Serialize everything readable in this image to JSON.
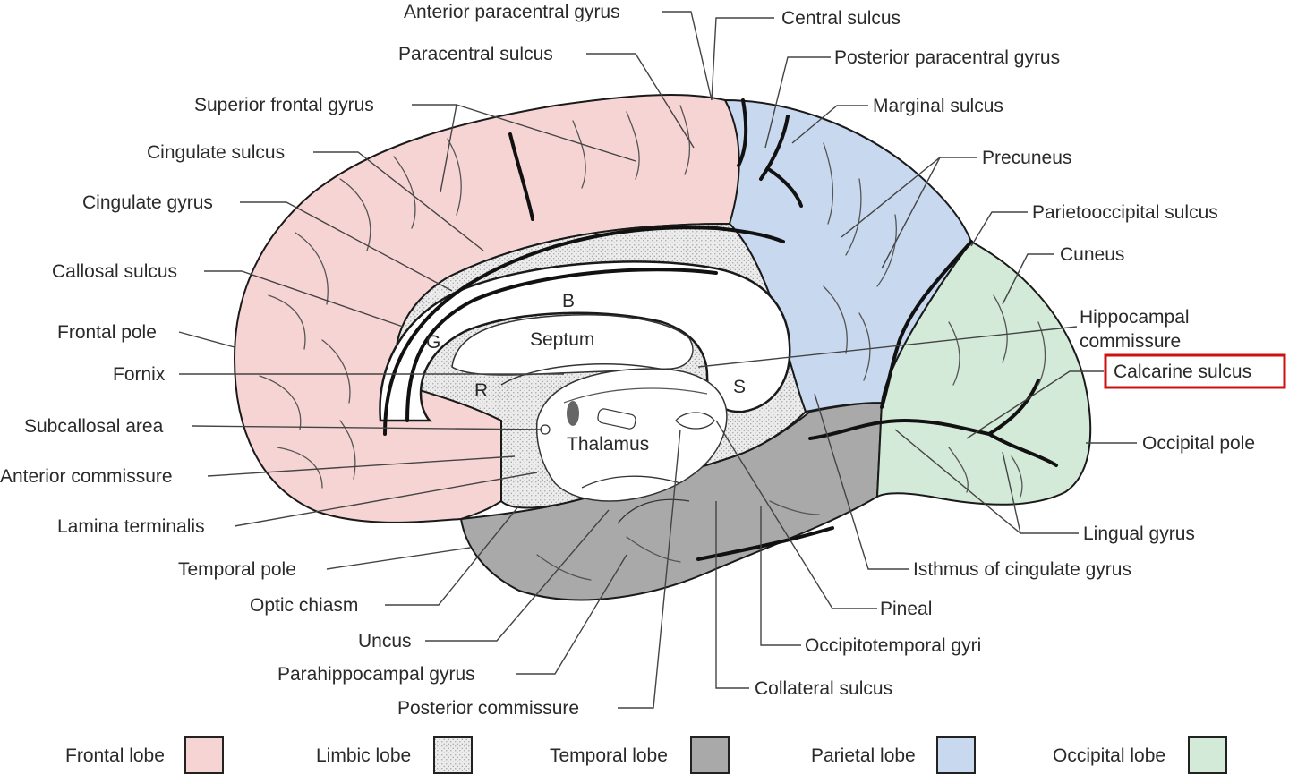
{
  "colors": {
    "frontal": "#f7d4d4",
    "limbic": "#ececec",
    "temporal": "#a9a9a9",
    "parietal": "#c8d8ef",
    "occipital": "#d3ead8",
    "highlight": "#cc1111"
  },
  "labels": {
    "anterior_paracentral_gyrus": "Anterior paracentral gyrus",
    "paracentral_sulcus": "Paracentral sulcus",
    "superior_frontal_gyrus": "Superior frontal gyrus",
    "cingulate_sulcus": "Cingulate sulcus",
    "cingulate_gyrus": "Cingulate gyrus",
    "callosal_sulcus": "Callosal sulcus",
    "frontal_pole": "Frontal pole",
    "fornix": "Fornix",
    "subcallosal_area": "Subcallosal area",
    "anterior_commissure": "Anterior commissure",
    "lamina_terminalis": "Lamina terminalis",
    "temporal_pole": "Temporal pole",
    "optic_chiasm": "Optic chiasm",
    "uncus": "Uncus",
    "parahippocampal_gyrus": "Parahippocampal gyrus",
    "posterior_commissure": "Posterior commissure",
    "central_sulcus": "Central sulcus",
    "posterior_paracentral_gyrus": "Posterior paracentral gyrus",
    "marginal_sulcus": "Marginal sulcus",
    "precuneus": "Precuneus",
    "parietooccipital_sulcus": "Parietooccipital sulcus",
    "cuneus": "Cuneus",
    "hippocampal_commissure_1": "Hippocampal",
    "hippocampal_commissure_2": "commissure",
    "calcarine_sulcus": "Calcarine sulcus",
    "occipital_pole": "Occipital pole",
    "lingual_gyrus": "Lingual gyrus",
    "isthmus": "Isthmus of cingulate gyrus",
    "pineal": "Pineal",
    "occipitotemporal_gyri": "Occipitotemporal gyri",
    "collateral_sulcus": "Collateral sulcus"
  },
  "inner_labels": {
    "b": "B",
    "g": "G",
    "septum": "Septum",
    "r": "R",
    "s": "S",
    "thalamus": "Thalamus"
  },
  "legend": [
    {
      "label": "Frontal lobe",
      "color_key": "frontal"
    },
    {
      "label": "Limbic lobe",
      "color_key": "limbic"
    },
    {
      "label": "Temporal lobe",
      "color_key": "temporal"
    },
    {
      "label": "Parietal lobe",
      "color_key": "parietal"
    },
    {
      "label": "Occipital lobe",
      "color_key": "occipital"
    }
  ],
  "highlighted_label": "calcarine_sulcus"
}
